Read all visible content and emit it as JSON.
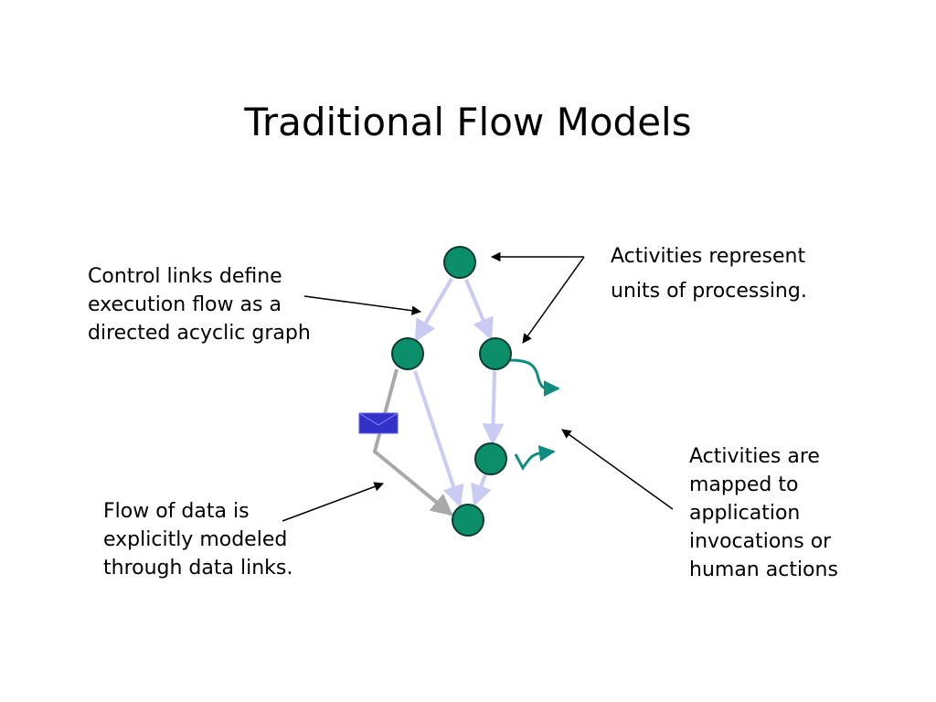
{
  "slide": {
    "title": "Traditional Flow Models"
  },
  "annotations": {
    "control_links": [
      "Control links define",
      "execution flow as a",
      "directed acyclic graph"
    ],
    "activities_units": [
      "Activities represent",
      "units of processing."
    ],
    "data_flow": [
      "Flow of data is",
      "explicitly modeled",
      "through data links."
    ],
    "activities_mapped": [
      "Activities are",
      "mapped to",
      "application",
      "invocations or",
      "human actions"
    ]
  },
  "colors": {
    "node_fill": "#0a8f6a",
    "node_stroke": "#0b3b2e",
    "control_link": "#c9cbf2",
    "data_link": "#a9a9a9",
    "message": "#3232c8",
    "invocation_arrow": "#0e8c80",
    "pointer_arrow": "#000000"
  }
}
